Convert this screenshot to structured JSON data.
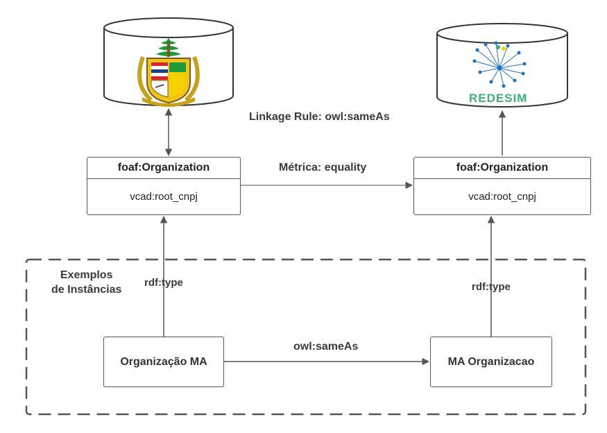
{
  "diagram": {
    "linkage_rule_label": "Linkage Rule: owl:sameAs",
    "metric_label": "Métrica: equality",
    "left_class": {
      "name": "foaf:Organization",
      "attribute": "vcad:root_cnpj"
    },
    "right_class": {
      "name": "foaf:Organization",
      "attribute": "vcad:root_cnpj"
    },
    "instances_group_label_line1": "Exemplos",
    "instances_group_label_line2": "de Instâncias",
    "left_type_label": "rdf:type",
    "right_type_label": "rdf:type",
    "left_instance": "Organização MA",
    "right_instance": "MA Organizacao",
    "instance_link_label": "owl:sameAs",
    "right_db_logo_text": "REDESIM"
  },
  "colors": {
    "line": "#555555",
    "redesim_green": "#3bb273",
    "redesim_blue": "#1d6fc4",
    "flag_red": "#d8262c",
    "flag_blue": "#1b3f8f",
    "flag_green": "#1e9a3a",
    "flag_yellow": "#f4d000"
  }
}
